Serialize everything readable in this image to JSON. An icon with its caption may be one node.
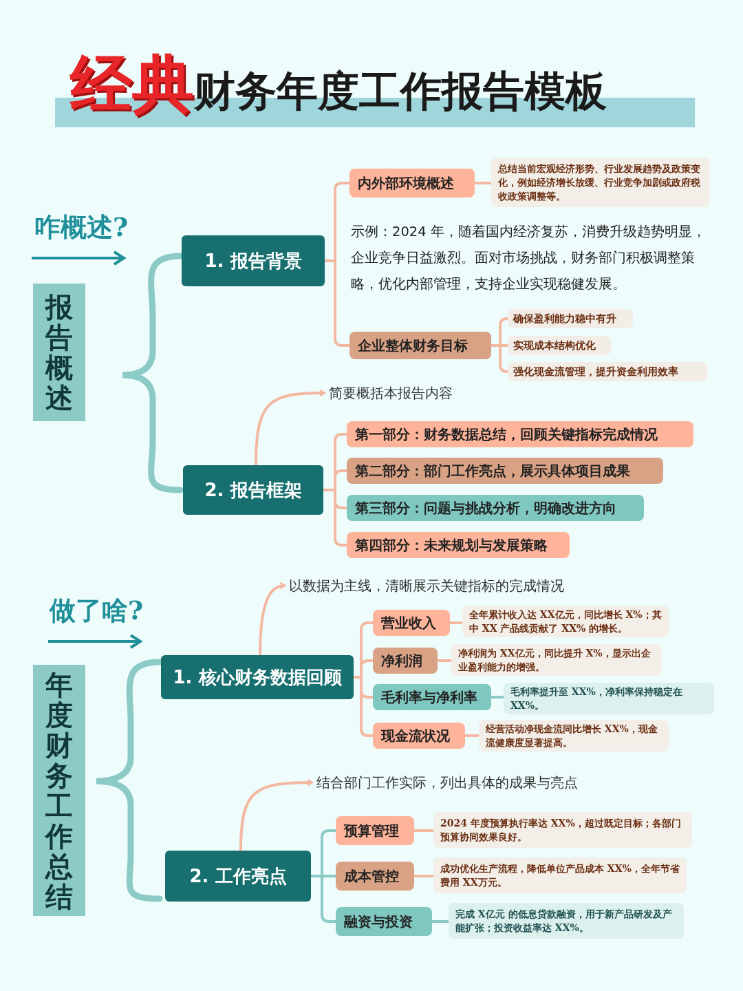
{
  "diagram": {
    "title": "**经典**财务年度工作报告模板",
    "nodes": [
      {
        "text": [
          "报告概述"
        ]
      },
      {
        "text": [
          "1. 报告背景"
        ]
      },
      {
        "text": [
          "内外部环境概述"
        ]
      },
      {
        "text": [
          "总结当前宏观经济形势、行业发展趋势及政策变化，例如经济增长放缓、行业竞争加剧或政府税收政策调整等。"
        ]
      },
      {
        "text": [
          "企业整体财务目标"
        ]
      },
      {
        "text": [
          "确保盈利能力稳中有升"
        ]
      },
      {
        "text": [
          "实现成本结构优化"
        ]
      },
      {
        "text": [
          "强化现金流管理，提升资金利用效率"
        ]
      },
      {
        "text": [
          "2. 报告框架"
        ]
      },
      {
        "text": [
          "简要概括本报告内容"
        ]
      },
      {
        "text": [
          "第一部分：财务数据总结，回顾关键指标完成情况"
        ]
      },
      {
        "text": [
          "第二部分：部门工作亮点，展示具体项目成果"
        ]
      },
      {
        "text": [
          "第三部分：问题与挑战分析，明确改进方向"
        ]
      },
      {
        "text": [
          "第四部分：未来规划与发展策略"
        ]
      },
      {
        "text": [
          "年度财务工作总结"
        ]
      },
      {
        "text": [
          "1. 核心财务数据回顾"
        ]
      },
      {
        "text": [
          "以数据为主线，清晰展示关键指标的完成情况"
        ]
      },
      {
        "text": [
          "营业收入"
        ]
      },
      {
        "text": [
          "全年累计收入达 XX亿元，同比增长 X%；其中 XX 产品线贡献了 XX% 的增长。"
        ]
      },
      {
        "text": [
          "净利润"
        ]
      },
      {
        "text": [
          "净利润为 XX亿元，同比提升 X%，显示出企业盈利能力的增强。"
        ]
      },
      {
        "text": [
          "毛利率与净利率"
        ]
      },
      {
        "text": [
          "毛利率提升至 XX%，净利率保持稳定在 XX%。"
        ]
      },
      {
        "text": [
          "现金流状况"
        ]
      },
      {
        "text": [
          "经营活动净现金流同比增长 XX%，现金流健康度显著提高。"
        ]
      },
      {
        "text": [
          "2. 工作亮点"
        ]
      },
      {
        "text": [
          "结合部门工作实际，列出具体的成果与亮点"
        ]
      },
      {
        "text": [
          "预算管理"
        ]
      },
      {
        "text": [
          "2024 年度预算执行率达 XX%，超过既定目标；各部门预算协同效果良好。"
        ]
      },
      {
        "text": [
          "成本管控"
        ]
      },
      {
        "text": [
          "成功优化生产流程，降低单位产品成本 XX%，全年节省费用 XX万元。"
        ]
      },
      {
        "text": [
          "融资与投资"
        ]
      },
      {
        "text": [
          "完成 X亿元 的低息贷款融资，用于新产品研发及产能扩张；投资收益率达 XX%。"
        ]
      }
    ],
    "edges": [
      {
        "from": 1,
        "to": 2,
        "arrow": "none"
      },
      {
        "from": 1,
        "to": 4,
        "arrow": "none"
      },
      {
        "from": 2,
        "to": 3,
        "arrow": "none"
      },
      {
        "from": 4,
        "to": 5,
        "arrow": "none"
      },
      {
        "from": 4,
        "to": 6,
        "arrow": "none"
      },
      {
        "from": 4,
        "to": 7,
        "arrow": "none"
      },
      {
        "from": 8,
        "to": 9,
        "arrow": "to"
      },
      {
        "from": 8,
        "to": 10,
        "arrow": "none"
      },
      {
        "from": 8,
        "to": 11,
        "arrow": "none"
      },
      {
        "from": 8,
        "to": 12,
        "arrow": "none"
      },
      {
        "from": 8,
        "to": 13,
        "arrow": "none"
      },
      {
        "from": 15,
        "to": 16,
        "arrow": "to"
      },
      {
        "from": 15,
        "to": 17,
        "arrow": "none"
      },
      {
        "from": 15,
        "to": 19,
        "arrow": "none"
      },
      {
        "from": 15,
        "to": 21,
        "arrow": "none"
      },
      {
        "from": 15,
        "to": 23,
        "arrow": "none"
      },
      {
        "from": 17,
        "to": 18,
        "arrow": "none"
      },
      {
        "from": 19,
        "to": 20,
        "arrow": "none"
      },
      {
        "from": 21,
        "to": 22,
        "arrow": "none",
        "color": "#8ccac6"
      },
      {
        "from": 23,
        "to": 24,
        "arrow": "none"
      },
      {
        "from": 25,
        "to": 26,
        "arrow": "to"
      },
      {
        "from": 25,
        "to": 27,
        "arrow": "none",
        "color": "#8ccac6"
      },
      {
        "from": 25,
        "to": 29,
        "arrow": "none",
        "color": "#8ccac6"
      },
      {
        "from": 25,
        "to": 31,
        "arrow": "none",
        "color": "#8ccac6"
      },
      {
        "from": 27,
        "to": 28,
        "arrow": "none"
      },
      {
        "from": 29,
        "to": 30,
        "arrow": "none"
      },
      {
        "from": 31,
        "to": 32,
        "arrow": "none",
        "color": "#8ccac6"
      }
    ],
    "labels": [
      "咋概述?",
      "示例：2024 年，随着国内经济复苏，消费升级趋势明显，企业竞争日益激烈。面对市场挑战，财务部门积极调整策略，优化内部管理，支持企业实现稳健发展。",
      "做了啥?"
    ]
  }
}
